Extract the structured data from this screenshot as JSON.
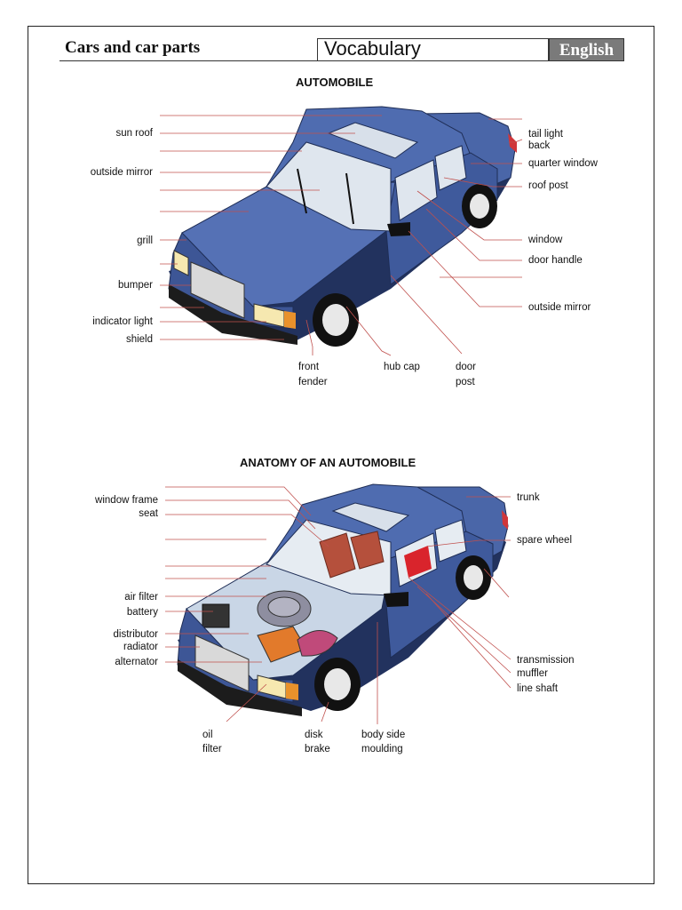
{
  "header": {
    "title": "Cars and car parts",
    "subject": "Vocabulary",
    "language": "English"
  },
  "section1": {
    "title": "AUTOMOBILE",
    "left_labels": [
      "sun roof",
      "outside mirror",
      "grill",
      "bumper",
      "indicator light",
      "shield"
    ],
    "right_labels": [
      "tail light",
      "back",
      "quarter window",
      "roof post",
      "window",
      "door handle",
      "outside mirror"
    ],
    "bottom_labels": [
      "front",
      "fender",
      "hub cap",
      "door",
      "post"
    ]
  },
  "section2": {
    "title": "ANATOMY OF AN AUTOMOBILE",
    "left_labels": [
      "window frame",
      "seat",
      "air filter",
      "battery",
      "distributor",
      "radiator",
      "alternator"
    ],
    "right_labels": [
      "trunk",
      "spare wheel",
      "transmission",
      "muffler",
      "line shaft"
    ],
    "bottom_labels": [
      "oil",
      "filter",
      "disk",
      "brake",
      "body side",
      "moulding"
    ]
  },
  "colors": {
    "car_body": "#4a66a8",
    "car_dark": "#2e437a",
    "window": "#dfe6ee",
    "leader_line": "#c0504d"
  }
}
